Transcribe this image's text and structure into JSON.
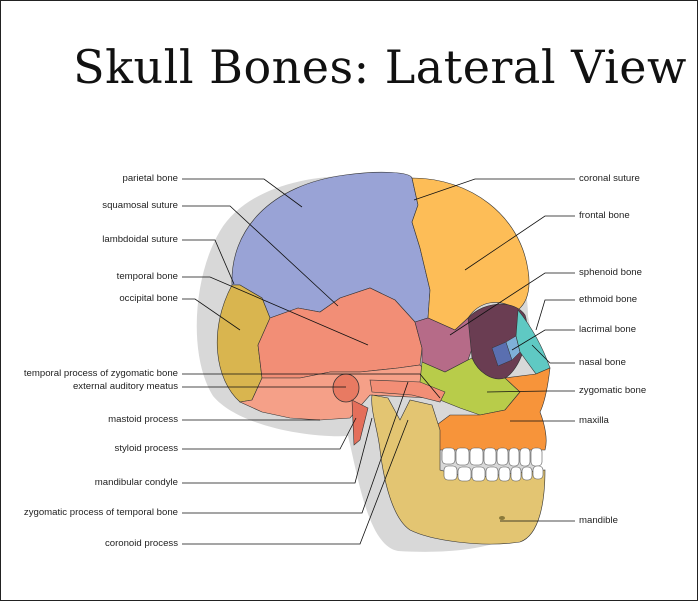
{
  "title": "Skull Bones: Lateral View",
  "colors": {
    "parietal": "#99a3d6",
    "frontal": "#fdbd57",
    "temporal": "#f28e76",
    "occipital": "#d9b54f",
    "sphenoid": "#b66b88",
    "zygomatic": "#b8cc4a",
    "maxilla": "#f7943a",
    "mandible": "#e3c572",
    "nasal": "#5fc9c3",
    "ethmoid": "#5a6fb0",
    "lacrimal": "#7fb0d8",
    "teeth": "#ffffff",
    "leader": "#111111"
  },
  "labels_left": [
    "parietal bone",
    "squamosal suture",
    "lambdoidal suture",
    "temporal bone",
    "occipital bone",
    "temporal process of zygomatic bone",
    "external auditory meatus",
    "mastoid process",
    "styloid process",
    "mandibular condyle",
    "zygomatic process of temporal bone",
    "coronoid process"
  ],
  "labels_right": [
    "coronal suture",
    "frontal bone",
    "sphenoid bone",
    "ethmoid bone",
    "lacrimal bone",
    "nasal bone",
    "zygomatic bone",
    "maxilla",
    "mandible"
  ]
}
